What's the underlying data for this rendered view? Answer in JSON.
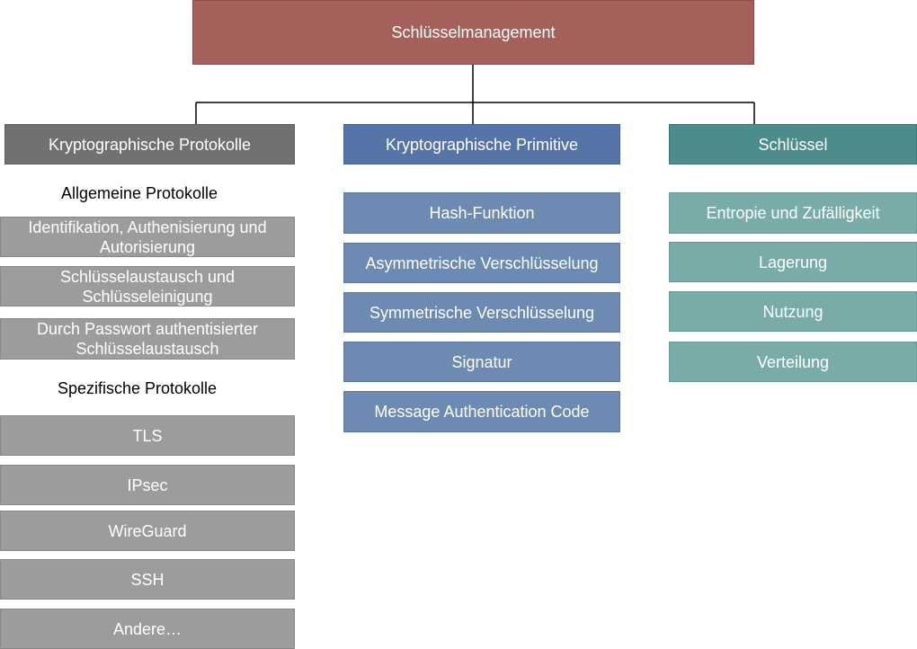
{
  "root": {
    "label": "Schlüsselmanagement"
  },
  "columns": {
    "protocols": {
      "header": "Kryptographische Protokolle",
      "general_title": "Allgemeine Protokolle",
      "general_items": [
        "Identifikation, Authenisierung und Autorisierung",
        "Schlüsselaustausch und Schlüsseleinigung",
        "Durch Passwort authentisierter Schlüsselaustausch"
      ],
      "specific_title": "Spezifische Protokolle",
      "specific_items": [
        "TLS",
        "IPsec",
        "WireGuard",
        "SSH",
        "Andere…"
      ]
    },
    "primitives": {
      "header": "Kryptographische Primitive",
      "items": [
        "Hash-Funktion",
        "Asymmetrische Verschlüsselung",
        "Symmetrische Verschlüsselung",
        "Signatur",
        "Message Authentication Code"
      ]
    },
    "keys": {
      "header": "Schlüssel",
      "items": [
        "Entropie und Zufälligkeit",
        "Lagerung",
        "Nutzung",
        "Verteilung"
      ]
    }
  },
  "colors": {
    "root": "#a5605c",
    "protocols_header": "#717171",
    "protocols_items": "#9c9c9c",
    "primitives_header": "#5774a8",
    "primitives_items": "#6d8ab3",
    "keys_header": "#4c8c8a",
    "keys_items": "#79aca9"
  }
}
